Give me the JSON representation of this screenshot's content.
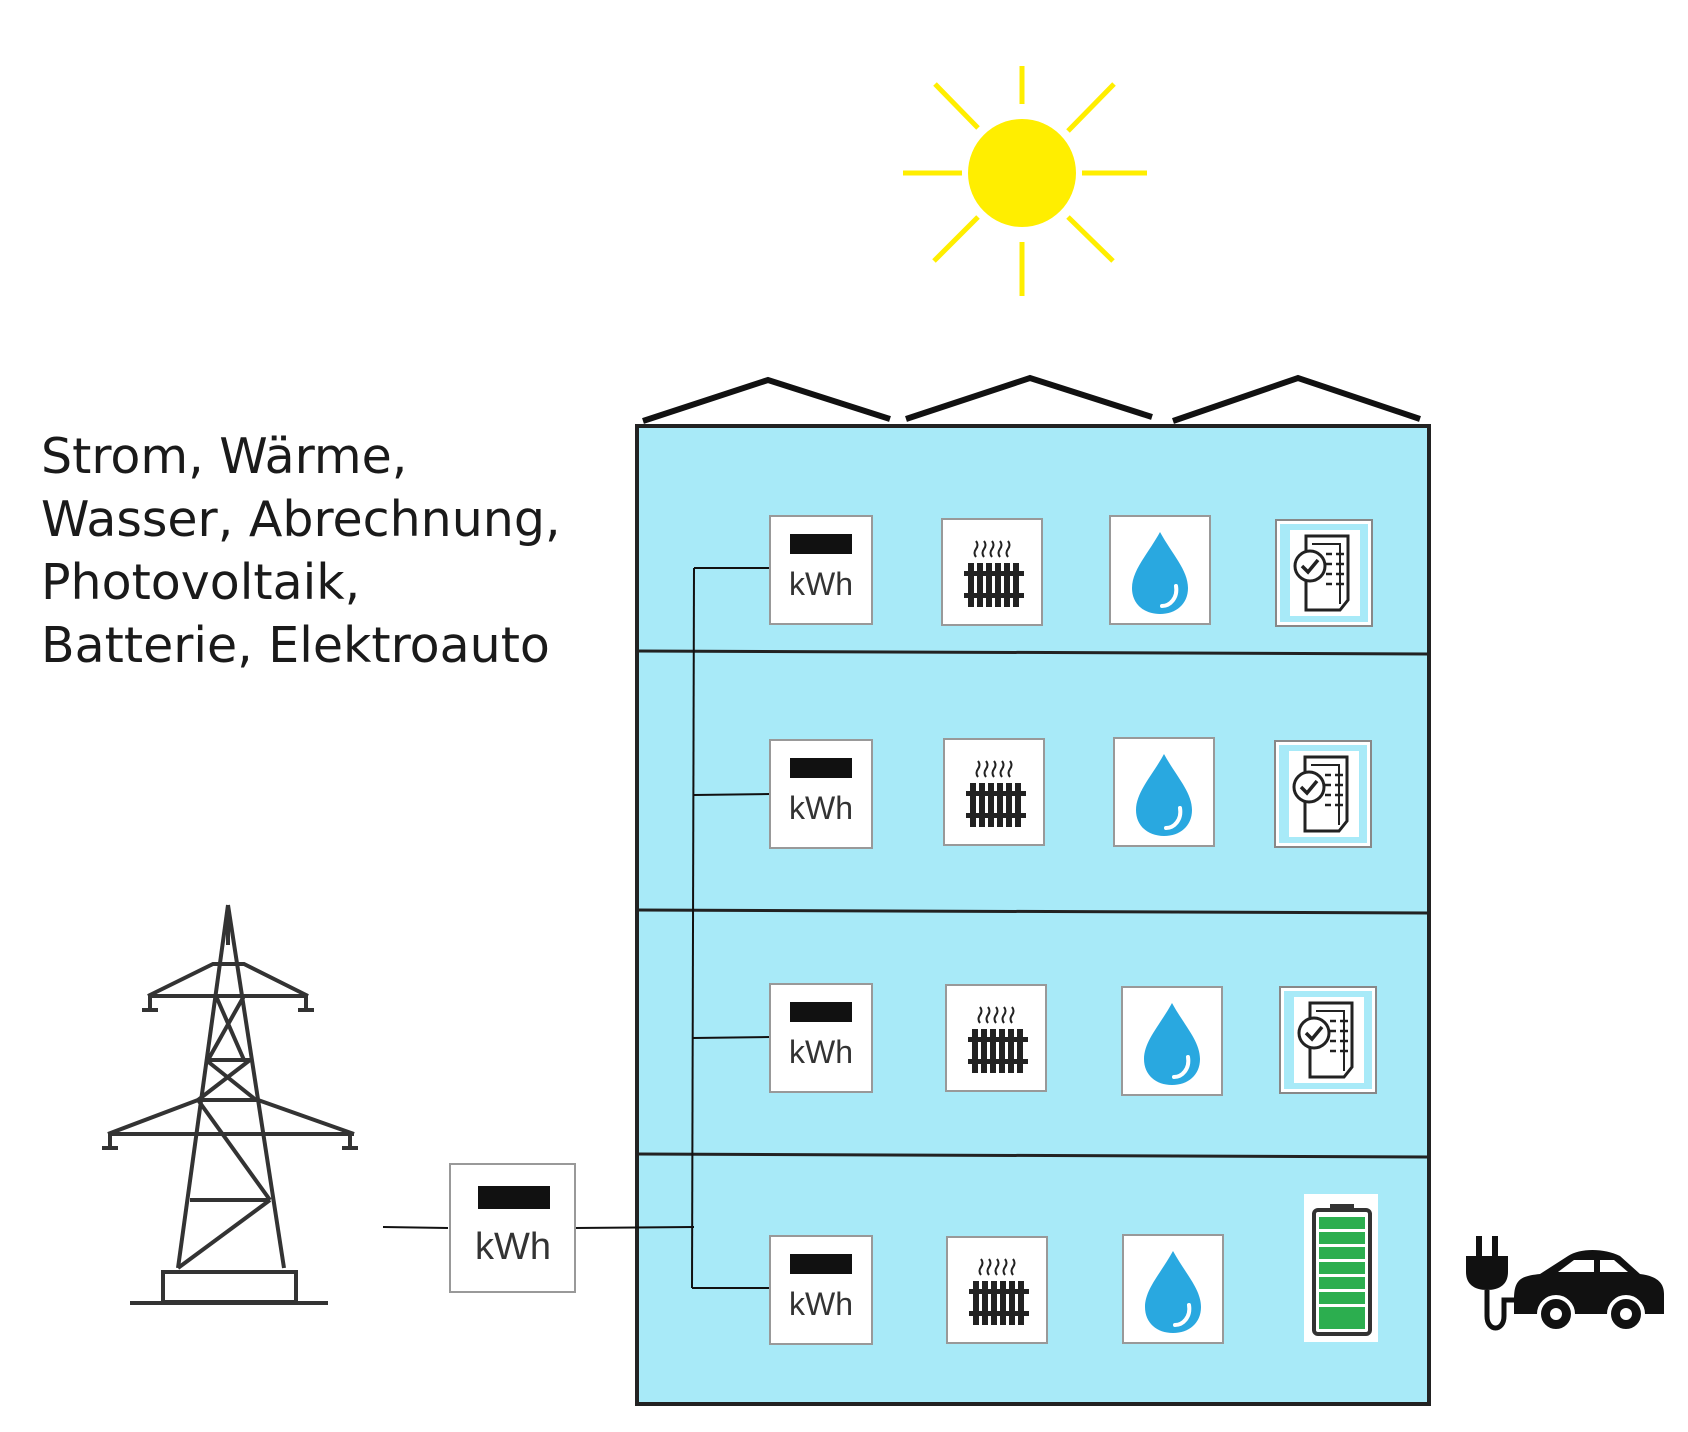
{
  "caption": {
    "lines": [
      "Strom, Wärme,",
      "Wasser, Abrechnung,",
      "Photovoltaik,",
      "Batterie, Elektroauto"
    ]
  },
  "meter_label": "kWh",
  "colors": {
    "building_fill": "#a8eaf8",
    "sun": "#ffee00",
    "water_drop": "#29a8e0",
    "battery_green": "#2cae4f",
    "line": "#111111"
  },
  "icons": {
    "sun": "sun-icon",
    "pylon": "power-pylon-icon",
    "meter": "electricity-meter-icon",
    "radiator": "radiator-icon",
    "water": "water-drop-icon",
    "billing": "billing-document-icon",
    "battery": "battery-icon",
    "ev": "electric-car-icon"
  }
}
